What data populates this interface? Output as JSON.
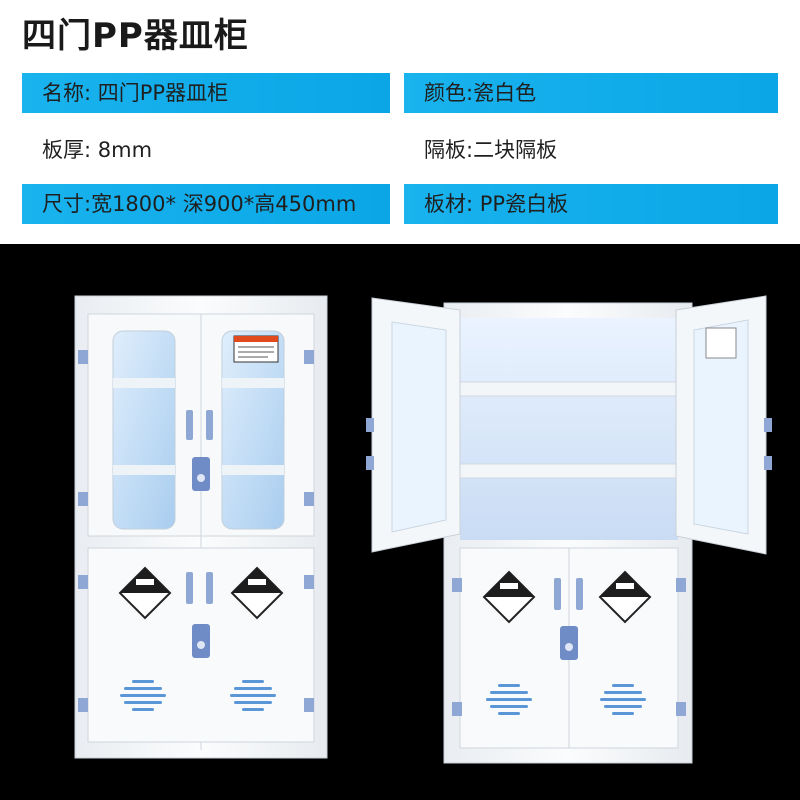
{
  "title": "四门PP器皿柜",
  "specs": {
    "name": "名称: 四门PP器皿柜",
    "color": "颜色:瓷白色",
    "thickness": "板厚: 8mm",
    "shelves": "隔板:二块隔板",
    "size": "尺寸:宽1800* 深900*高450mm",
    "material": "板材: PP瓷白板"
  },
  "colors": {
    "accent_bar": "#12aeea",
    "photo_background": "#000000",
    "cabinet_body": "#f4f6f8",
    "glass": "#bcd9f2",
    "hardware": "#8fa7d4"
  },
  "icons": {
    "corrosive": "corrosive-hazard-icon",
    "warning_label": "warning-label-icon",
    "vent": "vent-slots-icon"
  }
}
